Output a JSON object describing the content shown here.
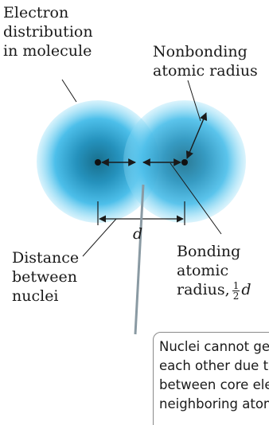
{
  "labels": {
    "electron_distribution": [
      "Electron",
      "distribution",
      "in molecule"
    ],
    "nonbonding": [
      "Nonbonding",
      "atomic radius"
    ],
    "distance": [
      "Distance",
      "between",
      "nuclei"
    ],
    "bonding": [
      "Bonding",
      "atomic",
      "radius,"
    ],
    "bonding_fraction_num": "1",
    "bonding_fraction_den": "2",
    "bonding_var": "d",
    "d_label": "d"
  },
  "note": {
    "lines": [
      "Nuclei cannot get any closer to",
      "each other due to repulsion",
      "between core electrons on",
      "neighboring atoms."
    ]
  },
  "colors": {
    "cloud_outer": "#5fc8ee",
    "cloud_mid": "#2fa4d6",
    "cloud_core": "#1a7c9e",
    "ink": "#1a1a1a",
    "pointer": "#8a9aa3"
  }
}
